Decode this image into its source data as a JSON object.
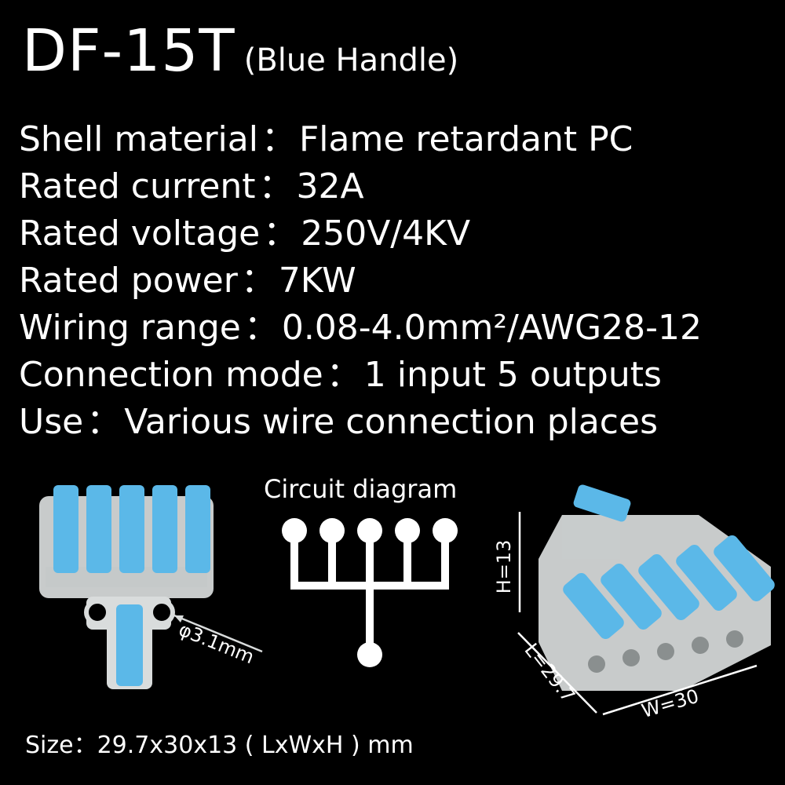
{
  "header": {
    "model": "DF-15T",
    "variant": "(Blue Handle)"
  },
  "specs": [
    {
      "label": "Shell material",
      "value": "Flame retardant PC"
    },
    {
      "label": "Rated current",
      "value": "32A"
    },
    {
      "label": "Rated voltage",
      "value": "250V/4KV"
    },
    {
      "label": "Rated power",
      "value": "7KW"
    },
    {
      "label": "Wiring range",
      "value": "0.08-4.0mm²/AWG28-12"
    },
    {
      "label": "Connection mode",
      "value": "1 input 5 outputs"
    },
    {
      "label": "Use",
      "value": "Various wire connection places"
    }
  ],
  "separator": "：",
  "diagram": {
    "title": "Circuit diagram"
  },
  "dimensions": {
    "hole": "φ3.1mm",
    "height": "H=13",
    "length": "L=29.7",
    "width": "W=30"
  },
  "size": {
    "label": "Size",
    "value": "29.7x30x13 ( LxWxH ) mm"
  },
  "colors": {
    "background": "#000000",
    "text": "#ffffff",
    "handle_blue": "#5bb8e8",
    "shell": "#d9dcdc"
  }
}
